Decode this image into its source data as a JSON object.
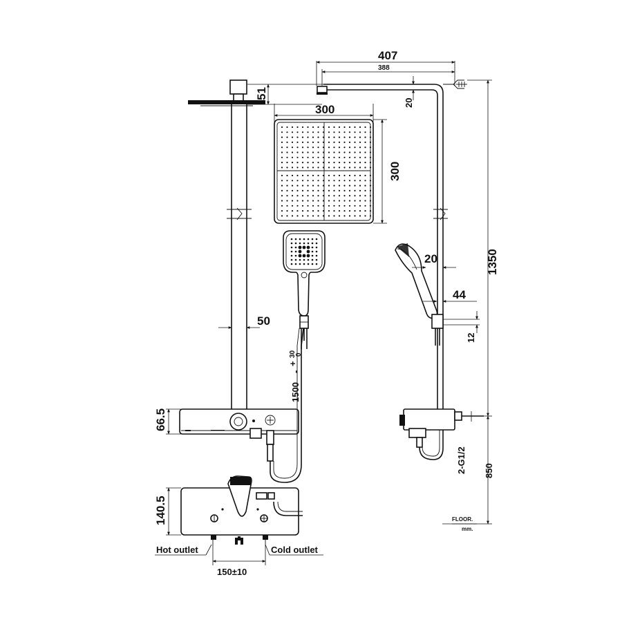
{
  "dimensions": {
    "d407": "407",
    "d388": "388",
    "d51": "51",
    "d20_top": "20",
    "d300_width": "300",
    "d300_height": "300",
    "d1350": "1350",
    "d20_hand": "20",
    "d44": "44",
    "d12": "12",
    "d50": "50",
    "d1500_base": "1500",
    "d1500_plus": "+",
    "d1500_minus": "-",
    "d1500_tol_upper": "30",
    "d1500_tol_lower": "0",
    "d66_5": "66.5",
    "d140_5": "140.5",
    "thread": "2-G1/2",
    "d850": "850",
    "d150": "150±10"
  },
  "labels": {
    "hot_outlet": "Hot outlet",
    "cold_outlet": "Cold outlet",
    "floor": "FLOOR.",
    "unit": "mm."
  }
}
